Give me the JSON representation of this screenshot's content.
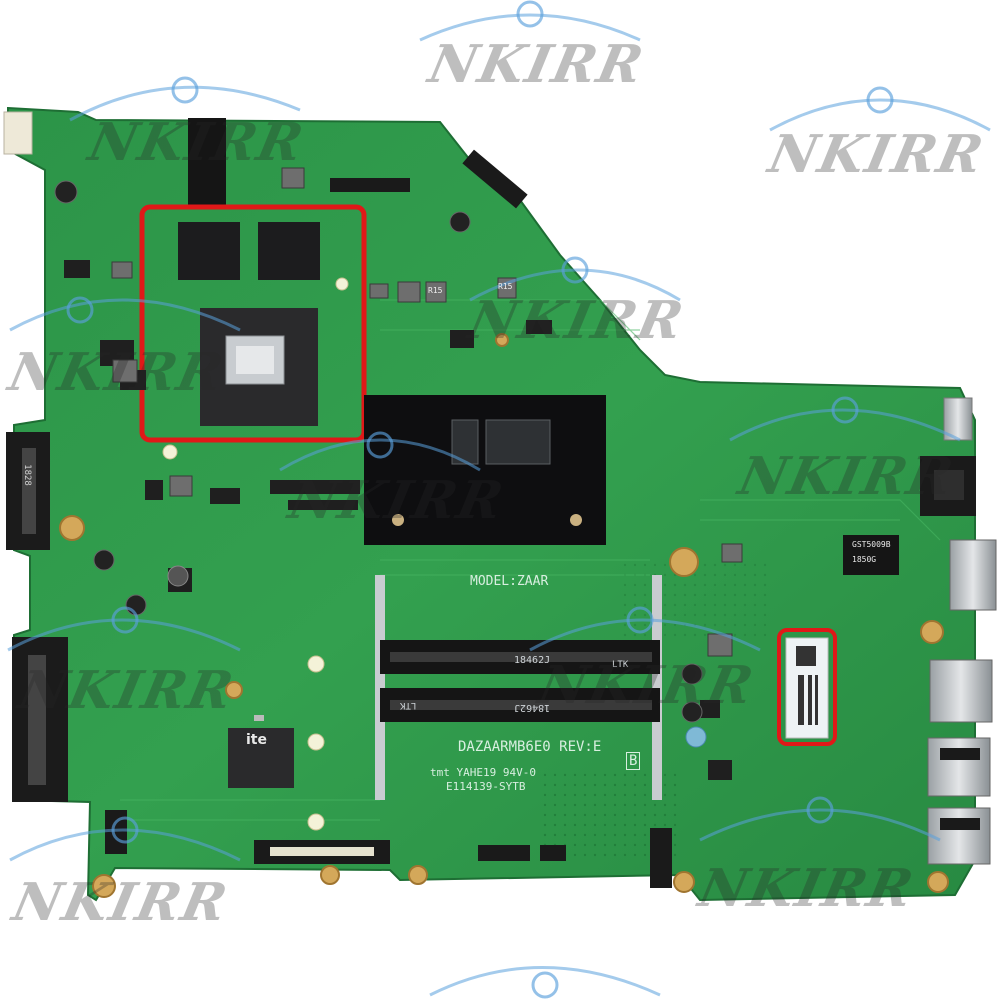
{
  "photo": {
    "subject": "laptop-motherboard",
    "board_color": "#2f9a4c",
    "highlight_color": "#e01818"
  },
  "silkscreen": {
    "model": "MODEL:ZAAR",
    "board_id": "DAZAARMB6E0 REV:E",
    "code_a": "tmt YAHE19 94V-0",
    "code_b": "E114139-SYTB",
    "dimm_a": "18462J",
    "dimm_b": "18462J",
    "dimm_tag_a": "LTK",
    "dimm_tag_b": "LTK",
    "corner_label": "B"
  },
  "chip_marks": {
    "io_chip": "ite",
    "lan_chip": "GST5009B",
    "lan_date": "1850G",
    "bottom_connector": "1828",
    "inductor_a": "R15",
    "inductor_b": "R15"
  },
  "watermark": {
    "text": "NKIRR"
  }
}
